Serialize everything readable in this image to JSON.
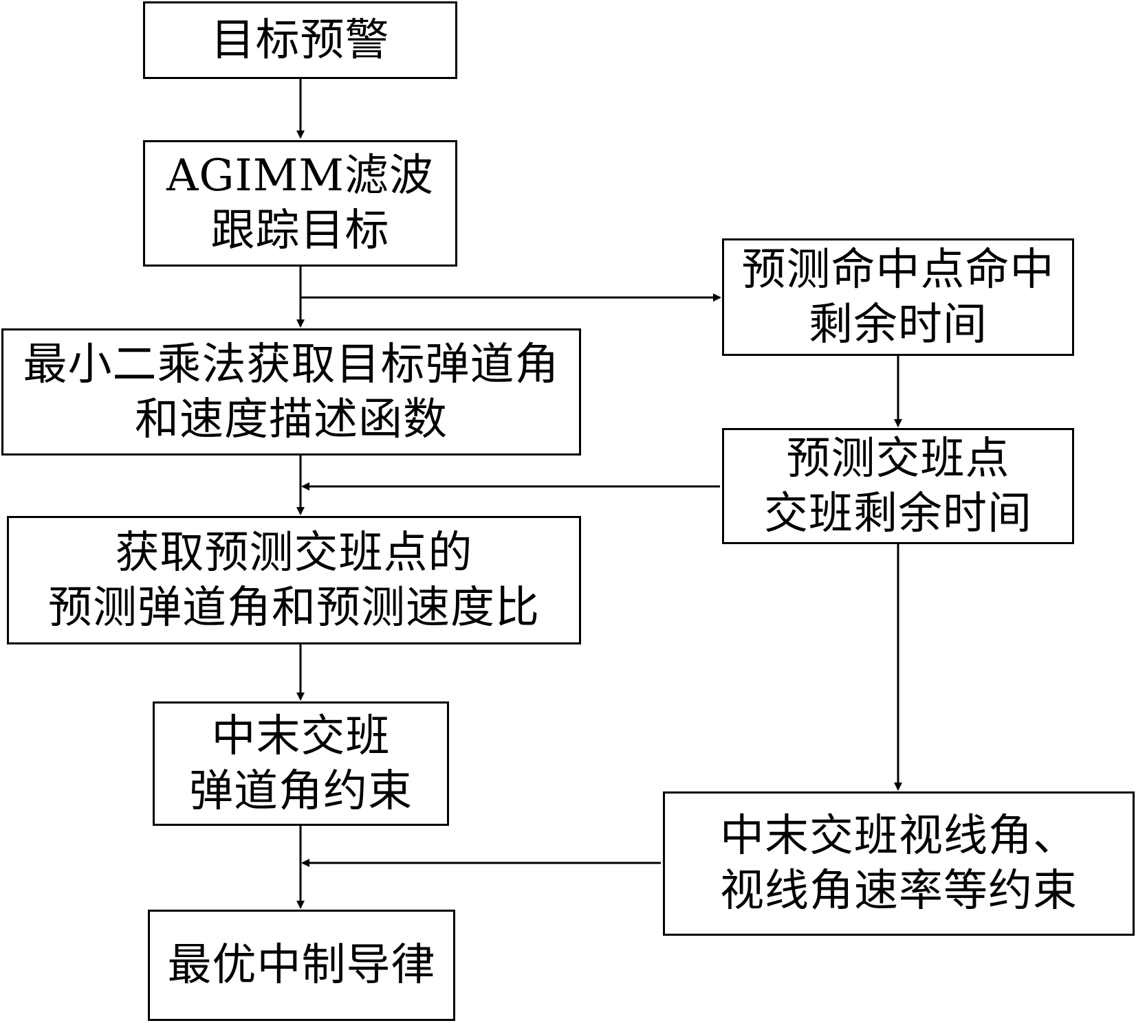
{
  "boxes": {
    "target_warning": {
      "lines": [
        "目标预警"
      ]
    },
    "agimm_filter": {
      "lines": [
        "AGIMM滤波",
        "跟踪目标"
      ]
    },
    "least_squares": {
      "lines": [
        "最小二乘法获取目标弹道角",
        "和速度描述函数"
      ]
    },
    "predicted_values": {
      "lines": [
        "获取预测交班点的",
        "预测弹道角和预测速度比"
      ]
    },
    "trajectory_constraint": {
      "lines": [
        "中末交班",
        "弹道角约束"
      ]
    },
    "optimal_guidance": {
      "lines": [
        "最优中制导律"
      ]
    },
    "hit_point_time": {
      "lines": [
        "预测命中点命中",
        "剩余时间"
      ]
    },
    "handover_point_time": {
      "lines": [
        "预测交班点",
        "交班剩余时间"
      ]
    },
    "los_constraints": {
      "lines": [
        "中末交班视线角、",
        "视线角速率等约束"
      ]
    }
  }
}
